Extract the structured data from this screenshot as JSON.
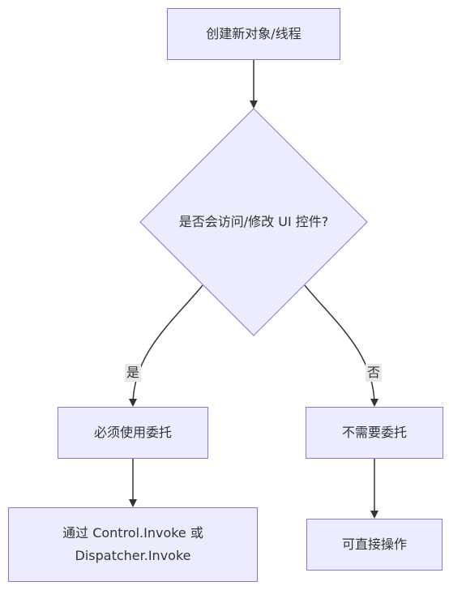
{
  "nodes": {
    "start": "创建新对象/线程",
    "decision": "是否会访问/修改 UI 控件?",
    "must_delegate": "必须使用委托",
    "no_delegate": "不需要委托",
    "invoke_line1": "通过 Control.Invoke 或",
    "invoke_line2": "Dispatcher.Invoke",
    "direct": "可直接操作"
  },
  "edges": {
    "yes": "是",
    "no": "否"
  },
  "colors": {
    "node_fill": "#ececff",
    "node_border": "#9370db",
    "edge": "#333333",
    "edge_label_bg": "#e8e8e8"
  }
}
